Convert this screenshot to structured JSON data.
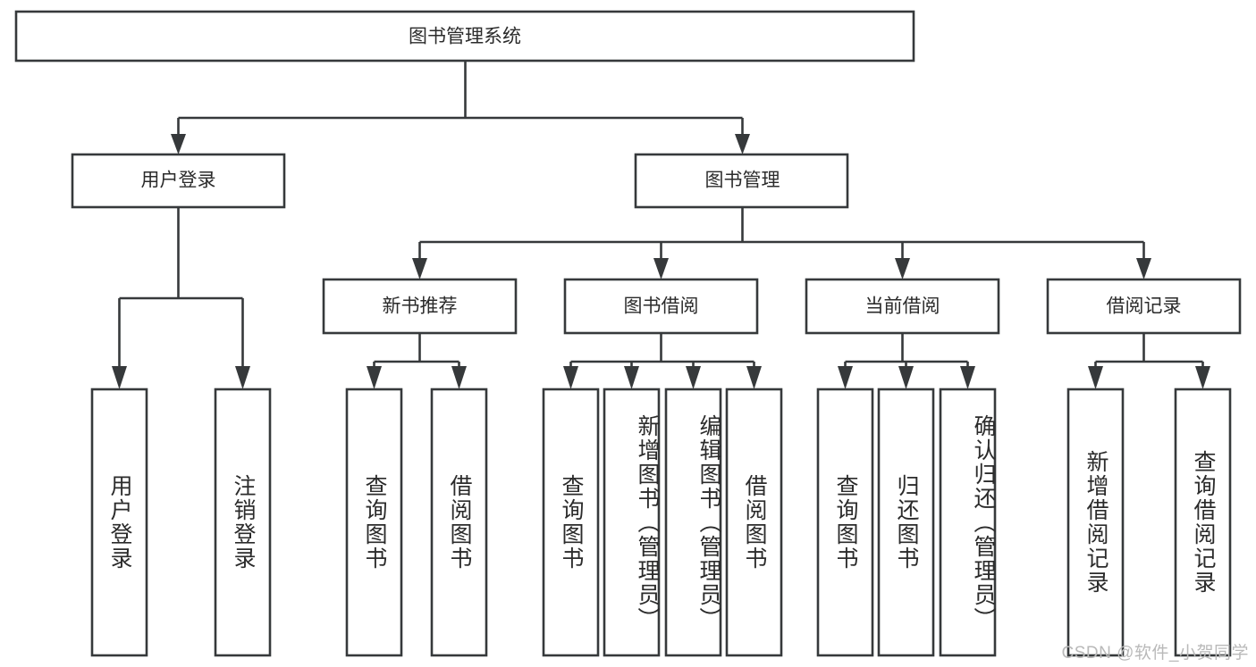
{
  "diagram": {
    "type": "tree-hierarchy",
    "title": "图书管理系统",
    "orientation": "top-down",
    "colors": {
      "box_fill": "#ffffff",
      "box_stroke": "#36393b",
      "text": "#2b2b2b",
      "background": "#ffffff",
      "watermark": "#b9b9b9"
    },
    "levels": [
      {
        "level": 1,
        "nodes": [
          {
            "id": "root",
            "label": "图书管理系统",
            "orientation": "horizontal"
          }
        ]
      },
      {
        "level": 2,
        "nodes": [
          {
            "id": "login",
            "label": "用户登录",
            "parent": "root",
            "orientation": "horizontal"
          },
          {
            "id": "bookmgmt",
            "label": "图书管理",
            "parent": "root",
            "orientation": "horizontal"
          }
        ]
      },
      {
        "level": 3,
        "nodes": [
          {
            "id": "newbook",
            "label": "新书推荐",
            "parent": "bookmgmt",
            "orientation": "horizontal"
          },
          {
            "id": "borrow",
            "label": "图书借阅",
            "parent": "bookmgmt",
            "orientation": "horizontal"
          },
          {
            "id": "current",
            "label": "当前借阅",
            "parent": "bookmgmt",
            "orientation": "horizontal"
          },
          {
            "id": "records",
            "label": "借阅记录",
            "parent": "bookmgmt",
            "orientation": "horizontal"
          }
        ]
      },
      {
        "level": 4,
        "nodes": [
          {
            "id": "leaf1",
            "label": "用户登录",
            "parent": "login",
            "orientation": "vertical"
          },
          {
            "id": "leaf2",
            "label": "注销登录",
            "parent": "login",
            "orientation": "vertical"
          },
          {
            "id": "leaf3",
            "label": "查询图书",
            "parent": "newbook",
            "orientation": "vertical"
          },
          {
            "id": "leaf4",
            "label": "借阅图书",
            "parent": "newbook",
            "orientation": "vertical"
          },
          {
            "id": "leaf5",
            "label": "查询图书",
            "parent": "borrow",
            "orientation": "vertical"
          },
          {
            "id": "leaf6",
            "label": "新增图书（管理员）",
            "parent": "borrow",
            "orientation": "vertical"
          },
          {
            "id": "leaf7",
            "label": "编辑图书（管理员）",
            "parent": "borrow",
            "orientation": "vertical"
          },
          {
            "id": "leaf8",
            "label": "借阅图书",
            "parent": "borrow",
            "orientation": "vertical"
          },
          {
            "id": "leaf9",
            "label": "查询图书",
            "parent": "current",
            "orientation": "vertical"
          },
          {
            "id": "leaf10",
            "label": "归还图书",
            "parent": "current",
            "orientation": "vertical"
          },
          {
            "id": "leaf11",
            "label": "确认归还（管理员）",
            "parent": "current",
            "orientation": "vertical"
          },
          {
            "id": "leaf12",
            "label": "新增借阅记录",
            "parent": "records",
            "orientation": "vertical"
          },
          {
            "id": "leaf13",
            "label": "查询借阅记录",
            "parent": "records",
            "orientation": "vertical"
          }
        ]
      }
    ]
  },
  "watermark": {
    "text": "CSDN @软件_小贺同学"
  }
}
